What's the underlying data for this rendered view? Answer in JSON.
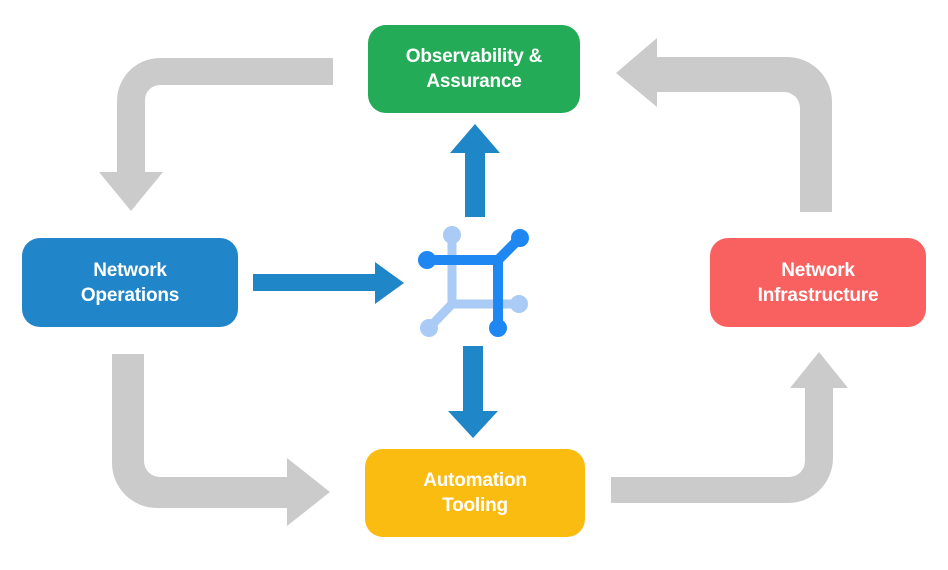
{
  "diagram": {
    "type": "cycle-flow-diagram",
    "background": "#ffffff",
    "nodes": [
      {
        "id": "observability-assurance",
        "line1": "Observability &",
        "line2": "Assurance",
        "color": "#24AB57",
        "position": "top"
      },
      {
        "id": "network-operations",
        "line1": "Network",
        "line2": "Operations",
        "color": "#2086C9",
        "position": "left"
      },
      {
        "id": "network-infrastructure",
        "line1": "Network",
        "line2": "Infrastructure",
        "color": "#F96060",
        "position": "right"
      },
      {
        "id": "automation-tooling",
        "line1": "Automation",
        "line2": "Tooling",
        "color": "#FBBC12",
        "position": "bottom"
      }
    ],
    "center_icon": {
      "name": "network-mesh-icon",
      "primary_color": "#1E87F2",
      "secondary_color": "#A9CBF5"
    },
    "arrows": {
      "cycle_color": "#CBCBCB",
      "link_color": "#1F86C8",
      "cycle": [
        {
          "from": "observability-assurance",
          "to": "network-operations"
        },
        {
          "from": "network-operations",
          "to": "automation-tooling"
        },
        {
          "from": "automation-tooling",
          "to": "network-infrastructure"
        },
        {
          "from": "network-infrastructure",
          "to": "observability-assurance"
        }
      ],
      "links": [
        {
          "from": "network-operations",
          "to": "center-icon"
        },
        {
          "from": "center-icon",
          "to": "observability-assurance"
        },
        {
          "from": "center-icon",
          "to": "automation-tooling"
        }
      ]
    }
  }
}
